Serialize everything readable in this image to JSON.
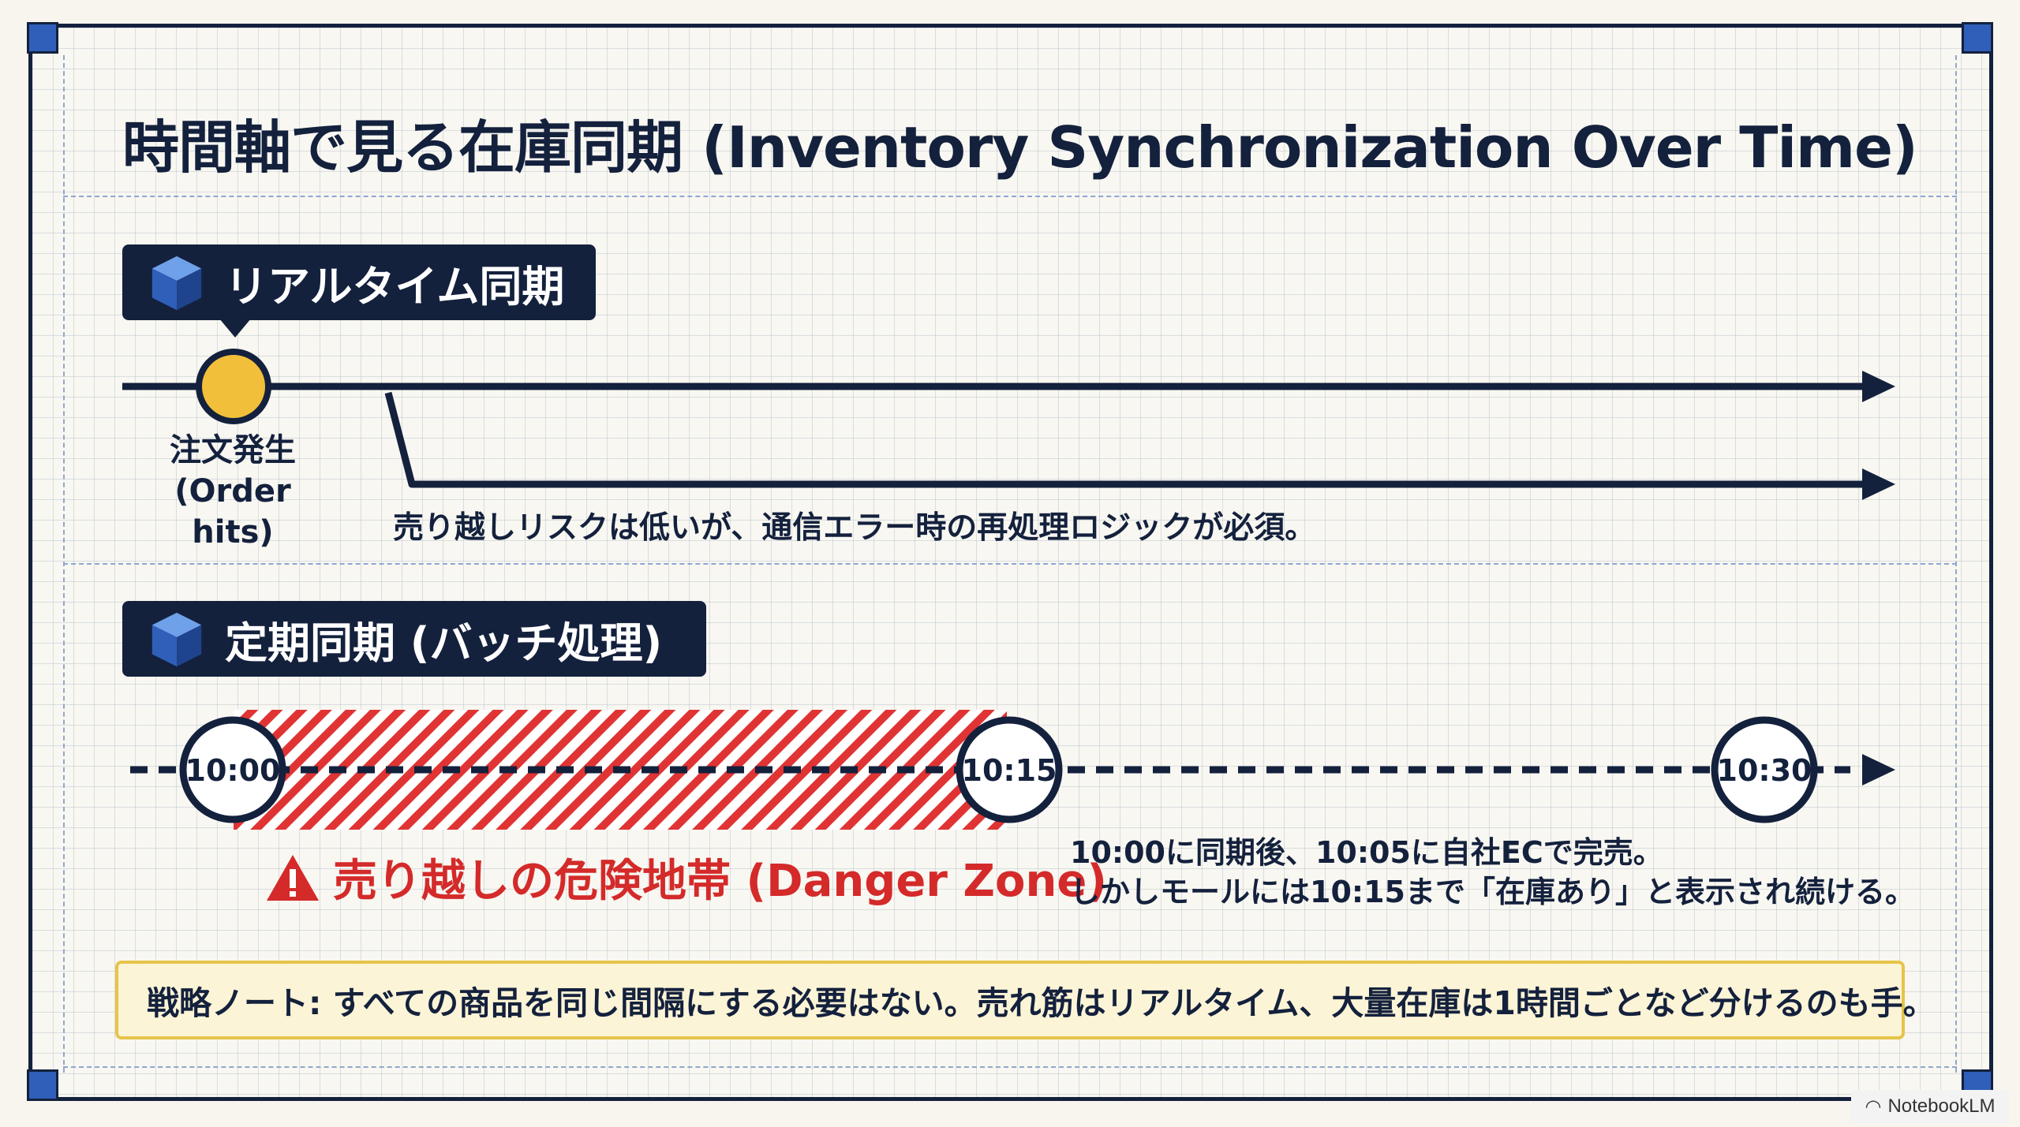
{
  "title": "時間軸で見る在庫同期 (Inventory Synchronization Over Time)",
  "realtime": {
    "label": "リアルタイム同期",
    "order_label_jp": "注文発生",
    "order_label_en": "(Order hits)",
    "caption": "売り越しリスクは低いが、通信エラー時の再処理ロジックが必須。"
  },
  "batch": {
    "label": "定期同期 (バッチ処理)",
    "times": [
      "10:00",
      "10:15",
      "10:30"
    ],
    "danger_label": "売り越しの危険地帯 (Danger Zone)",
    "caption_line1": "10:00に同期後、10:05に自社ECで完売。",
    "caption_line2": "しかしモールには10:15まで「在庫あり」と表示され続ける。"
  },
  "note": "戦略ノート: すべての商品を同じ間隔にする必要はない。売れ筋はリアルタイム、大量在庫は1時間ごとなど分けるのも手。",
  "brand": "NotebookLM",
  "colors": {
    "navy": "#14213d",
    "accent_blue": "#2f5fb8",
    "order_dot": "#f2bf3a",
    "danger_red": "#d42a2a",
    "note_bg": "#fcf4d6",
    "note_border": "#e6c44a"
  },
  "icons": [
    "cube-icon",
    "warning-icon",
    "notebooklm-logo-icon"
  ]
}
